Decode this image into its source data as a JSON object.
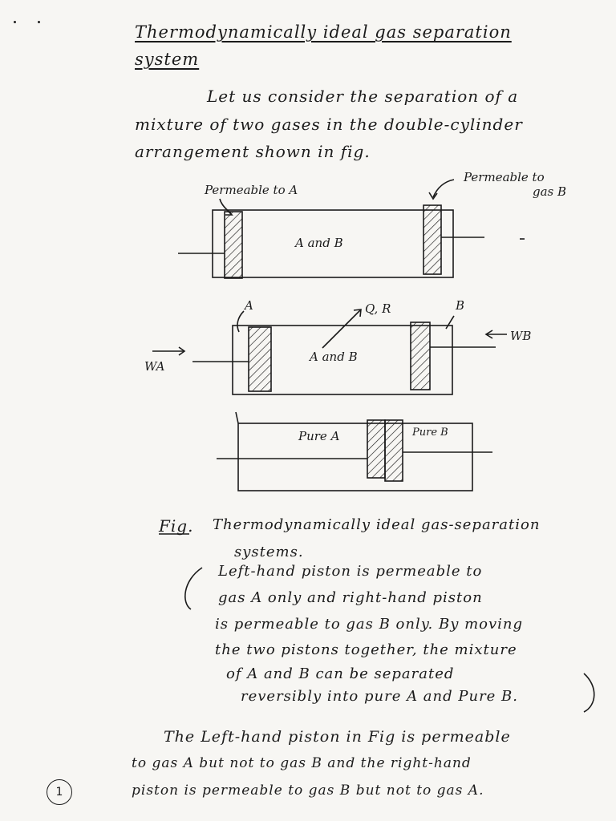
{
  "title": {
    "line1": "Thermodynamically ideal gas separation",
    "line2": "system"
  },
  "intro": [
    "Let us consider the separation of a",
    "mixture of two gases in the double-cylinder",
    "arrangement shown in fig."
  ],
  "diagrams": {
    "d1": {
      "left_label": "Permeable to A",
      "right_label_1": "Permeable to",
      "right_label_2": "gas B",
      "center": "A and B"
    },
    "d2": {
      "label_a": "A",
      "label_b": "B",
      "heat": "Q, R",
      "center": "A and B",
      "work_a": "WA",
      "work_b": "WB"
    },
    "d3": {
      "pure_a": "Pure A",
      "pure_b": "Pure B"
    }
  },
  "caption": {
    "fig": "Fig.",
    "lines": [
      "Thermodynamically ideal gas-separation",
      "systems.",
      "Left-hand piston is permeable to",
      "gas A only and right-hand piston",
      "is permeable to gas B only. By moving",
      "the two pistons together, the mixture",
      "of A and B can be separated",
      "reversibly into pure A and Pure B."
    ]
  },
  "body": [
    "The Left-hand piston in Fig is permeable",
    "to gas A but not to gas B and the right-hand",
    "piston is permeable to gas B but not to gas A."
  ],
  "page_number": "1"
}
